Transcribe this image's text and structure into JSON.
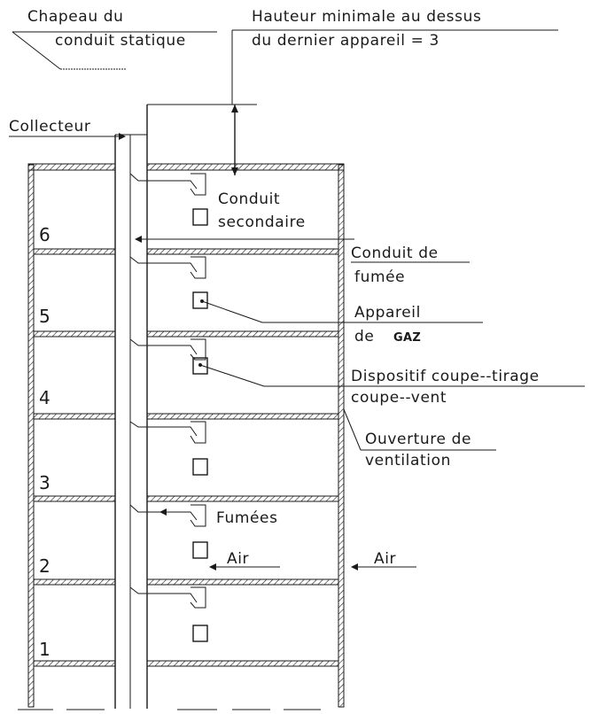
{
  "labels": {
    "chapeau_line1": "Chapeau du",
    "chapeau_line2": "conduit statique",
    "hauteur_line1": "Hauteur minimale au dessus",
    "hauteur_line2": "du dernier appareil = 3",
    "collecteur": "Collecteur",
    "conduit_secondaire_line1": "Conduit",
    "conduit_secondaire_line2": "secondaire",
    "conduit_fumee_line1": "Conduit de",
    "conduit_fumee_line2": "fumée",
    "appareil_line1": "Appareil",
    "appareil_line2": "de",
    "appareil_gaz": "GAZ",
    "dispositif_line1": "Dispositif coupe--tirage",
    "dispositif_line2": "coupe--vent",
    "ouverture_line1": "Ouverture de",
    "ouverture_line2": "ventilation",
    "fumees": "Fumées",
    "air_inner": "Air",
    "air_outer": "Air"
  },
  "floors": [
    "1",
    "2",
    "3",
    "4",
    "5",
    "6"
  ]
}
